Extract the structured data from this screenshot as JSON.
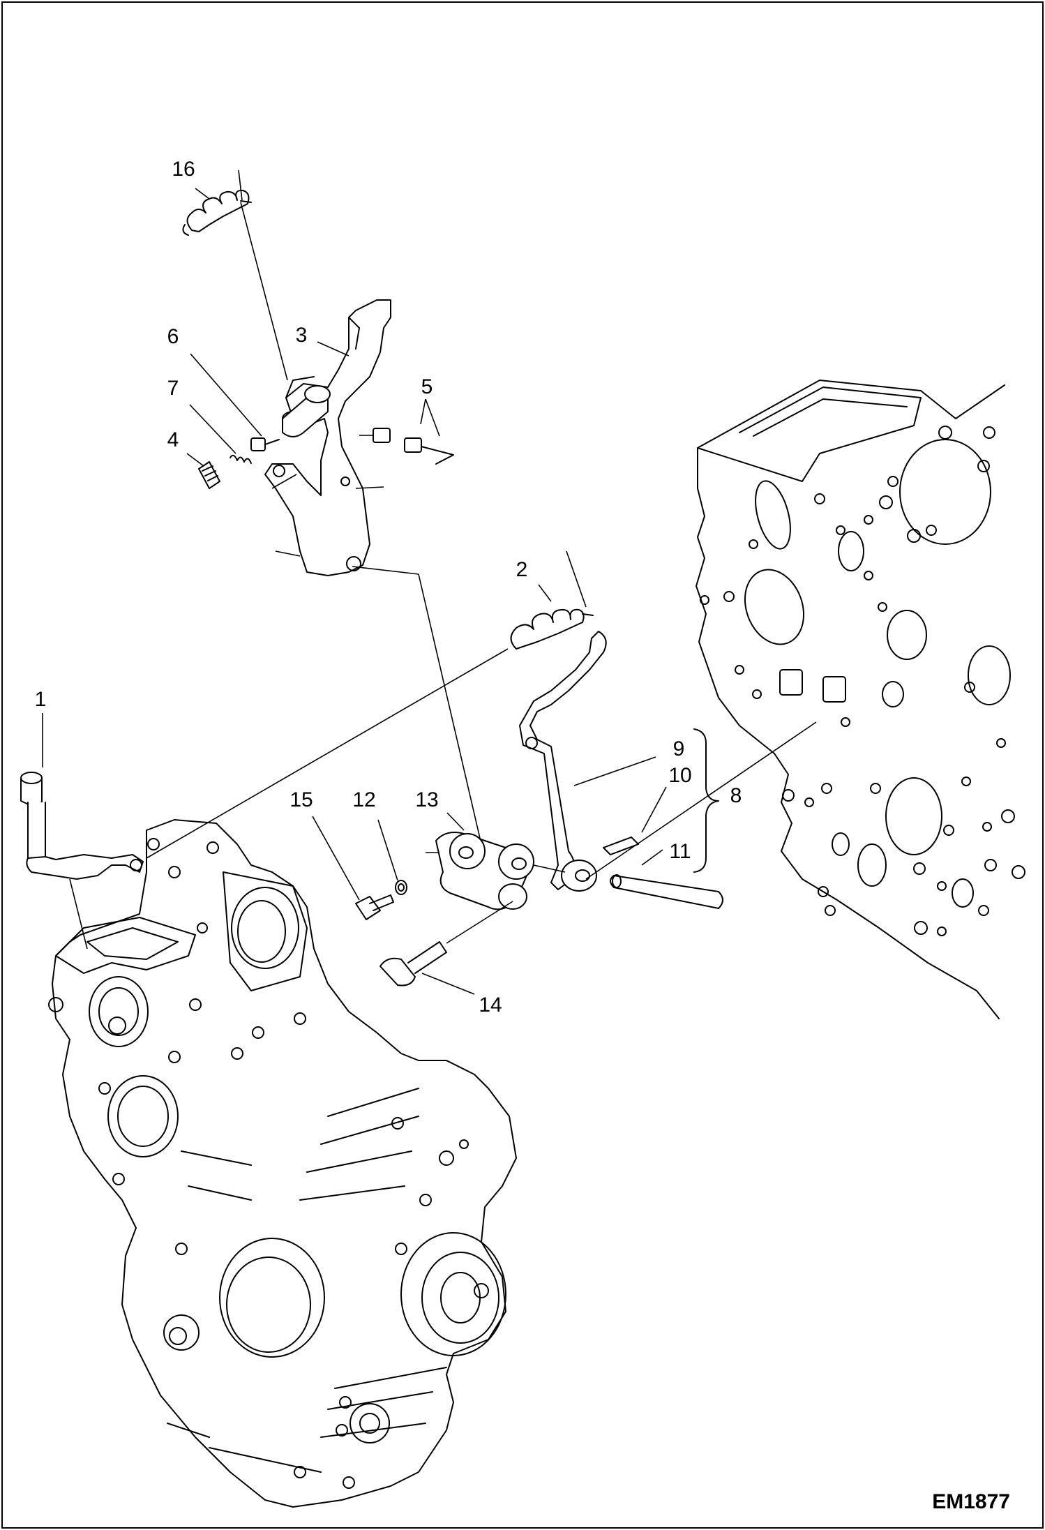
{
  "figure_code": "EM1877",
  "callouts": {
    "c1": "1",
    "c2": "2",
    "c3": "3",
    "c4": "4",
    "c5": "5",
    "c6": "6",
    "c7": "7",
    "c8": "8",
    "c9": "9",
    "c10": "10",
    "c11": "11",
    "c12": "12",
    "c13": "13",
    "c14": "14",
    "c15": "15",
    "c16": "16"
  }
}
